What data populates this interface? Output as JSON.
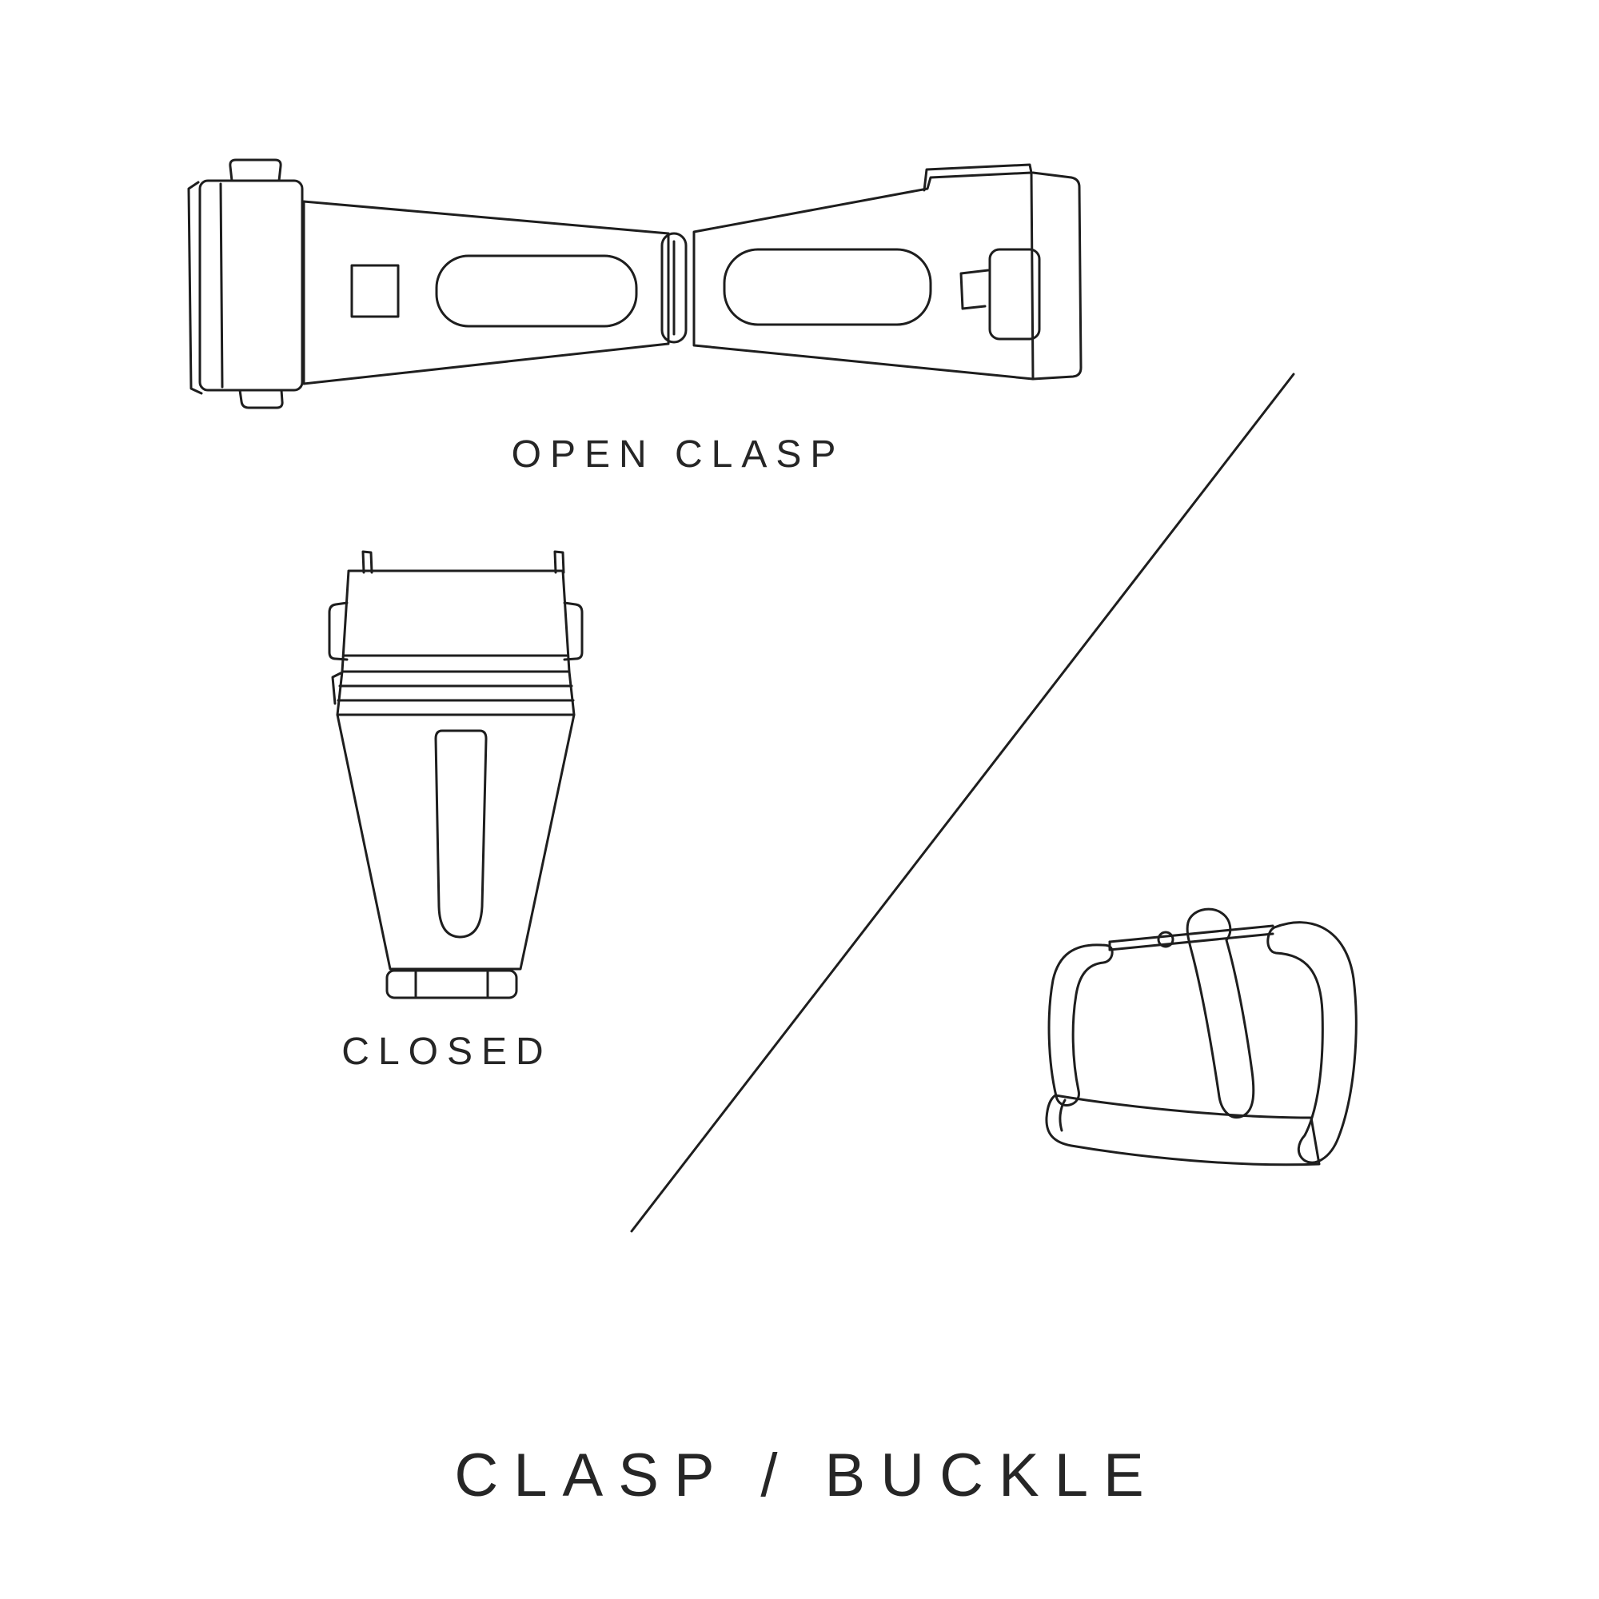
{
  "canvas": {
    "background": "#ffffff",
    "line_color": "#1e1e1e",
    "text_color": "#262626"
  },
  "labels": {
    "open_clasp": "OPEN CLASP",
    "closed": "CLOSED",
    "title": "CLASP / BUCKLE"
  },
  "figures": {
    "open_clasp": "open-clasp-illustration",
    "closed_clasp": "closed-clasp-illustration",
    "buckle": "tang-buckle-illustration",
    "divider": "diagonal-divider-line"
  }
}
